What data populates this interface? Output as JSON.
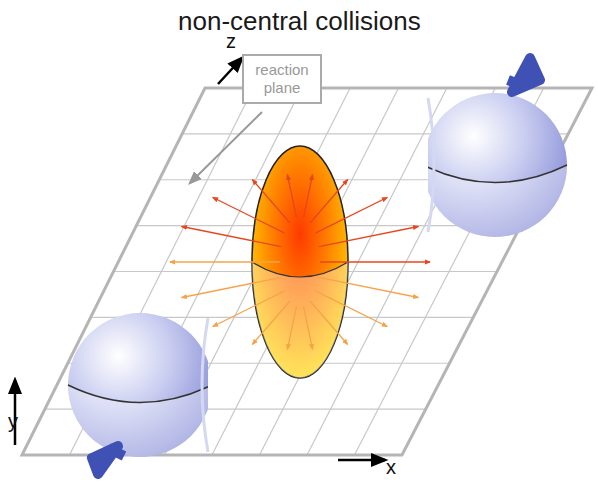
{
  "diagram": {
    "title": "non-central collisions",
    "nodes": [
      {
        "text": [
          "reaction plane"
        ]
      }
    ],
    "labels": [
      "z",
      "y",
      "x"
    ]
  }
}
